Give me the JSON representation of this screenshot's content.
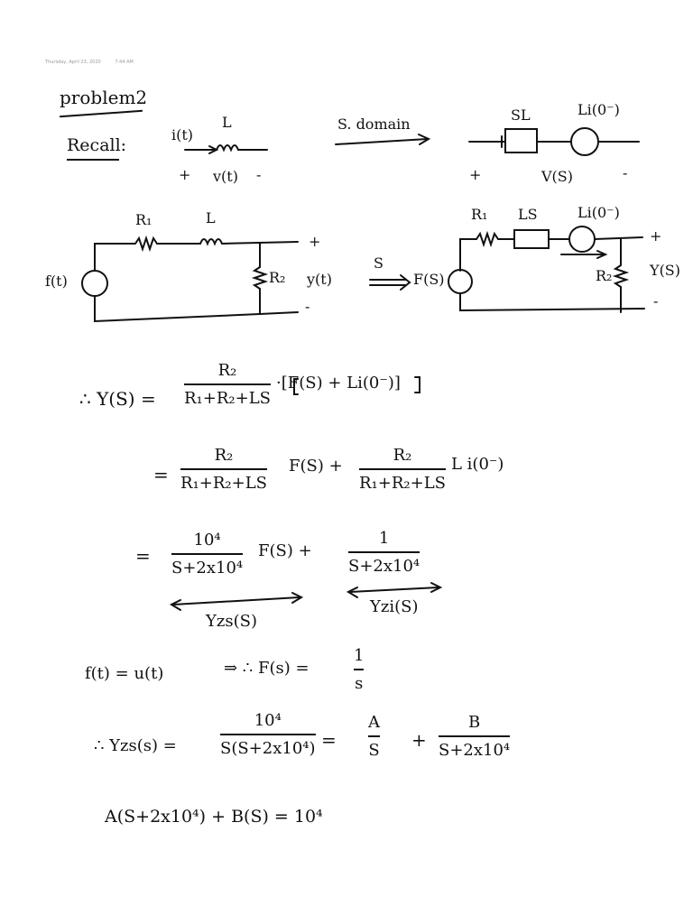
{
  "header": {
    "date": "Thursday, April 23, 2020",
    "time": "7:44 AM"
  },
  "title": "problem2",
  "recall": {
    "label": "Recall:",
    "current": "i(t)",
    "inductor": "L",
    "plus": "+",
    "minus": "-",
    "voltage": "v(t)",
    "arrow": "S. domain",
    "sl": "SL",
    "li0": "Li(0⁻)",
    "vs": "V(S)"
  },
  "circuit_t": {
    "r1": "R₁",
    "l": "L",
    "src": "f(t)",
    "r2": "R₂",
    "out": "y(t)",
    "plus": "+",
    "minus": "-"
  },
  "transform": "S",
  "circuit_s": {
    "r1": "R₁",
    "ls": "LS",
    "li0": "Li(0⁻)",
    "src": "F(S)",
    "r2": "R₂",
    "out": "Y(S)",
    "plus": "+",
    "minus": "-"
  },
  "eq1": {
    "lhs": "∴  Y(S) =",
    "num": "R₂",
    "den": "R₁+R₂+LS",
    "rhs": "·[F(S) + Li(0⁻)]"
  },
  "eq2": {
    "eq": "=",
    "num1": "R₂",
    "den1": "R₁+R₂+LS",
    "mid": "F(S) +",
    "num2": "R₂",
    "den2": "R₁+R₂+LS",
    "tail": "L i(0⁻)"
  },
  "eq3": {
    "eq": "=",
    "num1": "10⁴",
    "den1": "S+2x10⁴",
    "mid": "F(S)  +",
    "num2": "1",
    "den2": "S+2x10⁴",
    "yzs": "Yzs(S)",
    "yzi": "Yzi(S)"
  },
  "eq4": {
    "lhs": "f(t) =  u(t)",
    "arrow": "⇒ ∴ F(s) =",
    "num": "1",
    "den": "s"
  },
  "eq5": {
    "lhs": "∴   Yzs(s) =",
    "num1": "10⁴",
    "den1": "S(S+2x10⁴)",
    "eq": "=",
    "num2": "A",
    "den2": "S",
    "plus": "+",
    "num3": "B",
    "den3": "S+2x10⁴"
  },
  "eq6": {
    "text": "A(S+2x10⁴) + B(S) = 10⁴"
  }
}
